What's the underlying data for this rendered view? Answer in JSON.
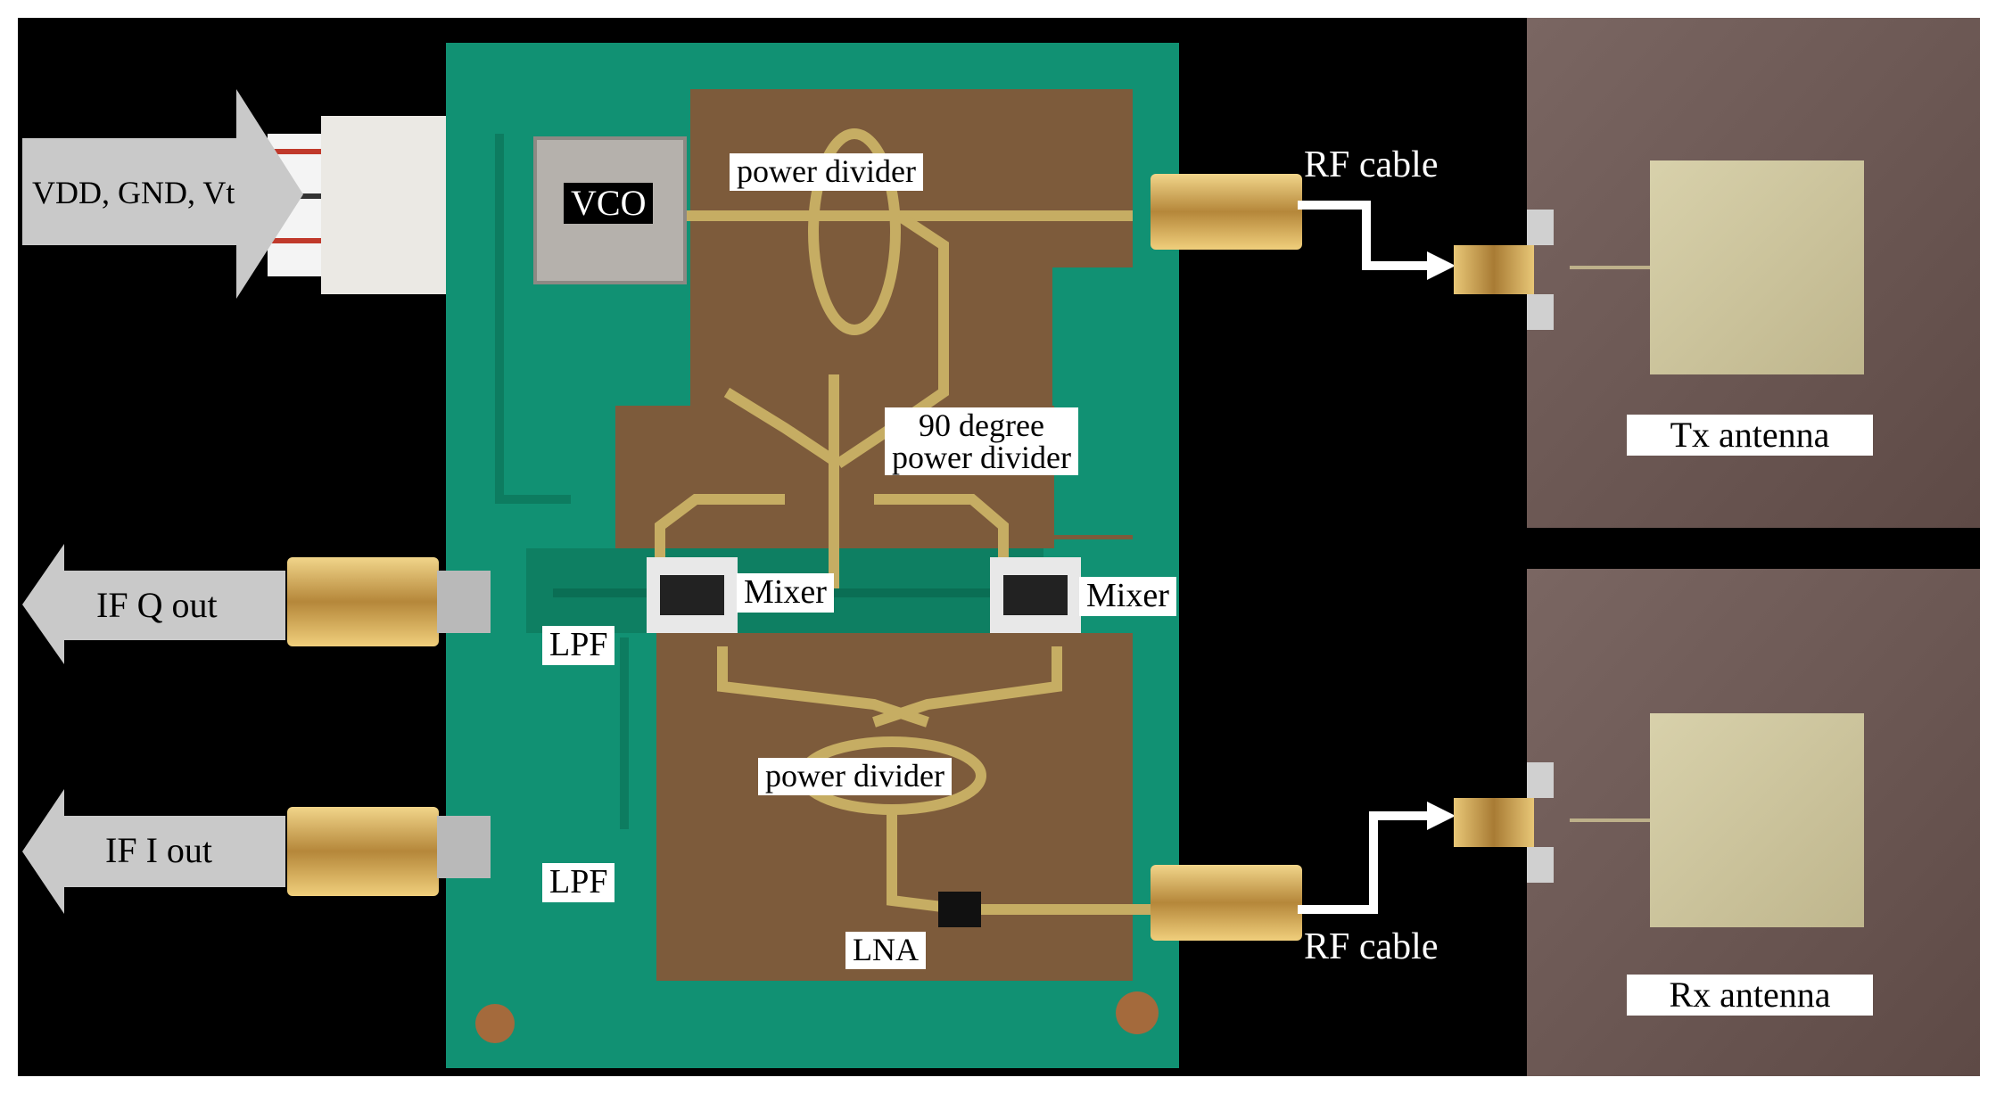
{
  "labels": {
    "vdd": "VDD, GND, Vt",
    "vco": "VCO",
    "power_divider_top": "power divider",
    "rf_cable_top": "RF cable",
    "tx_antenna": "Tx antenna",
    "pd90_line1": "90 degree",
    "pd90_line2": "power divider",
    "if_q_out": "IF Q out",
    "mixer_left": "Mixer",
    "mixer_right": "Mixer",
    "lpf_top": "LPF",
    "power_divider_bottom": "power divider",
    "if_i_out": "IF I out",
    "lpf_bottom": "LPF",
    "lna": "LNA",
    "rf_cable_bottom": "RF cable",
    "rx_antenna": "Rx antenna"
  },
  "colors": {
    "pcb_green": "#129472",
    "copper_pad": "#7c5a3a",
    "gold_trace": "#c9b36a",
    "antenna_board": "#6a5551",
    "antenna_patch": "#cfc7a0",
    "background": "#000000"
  }
}
